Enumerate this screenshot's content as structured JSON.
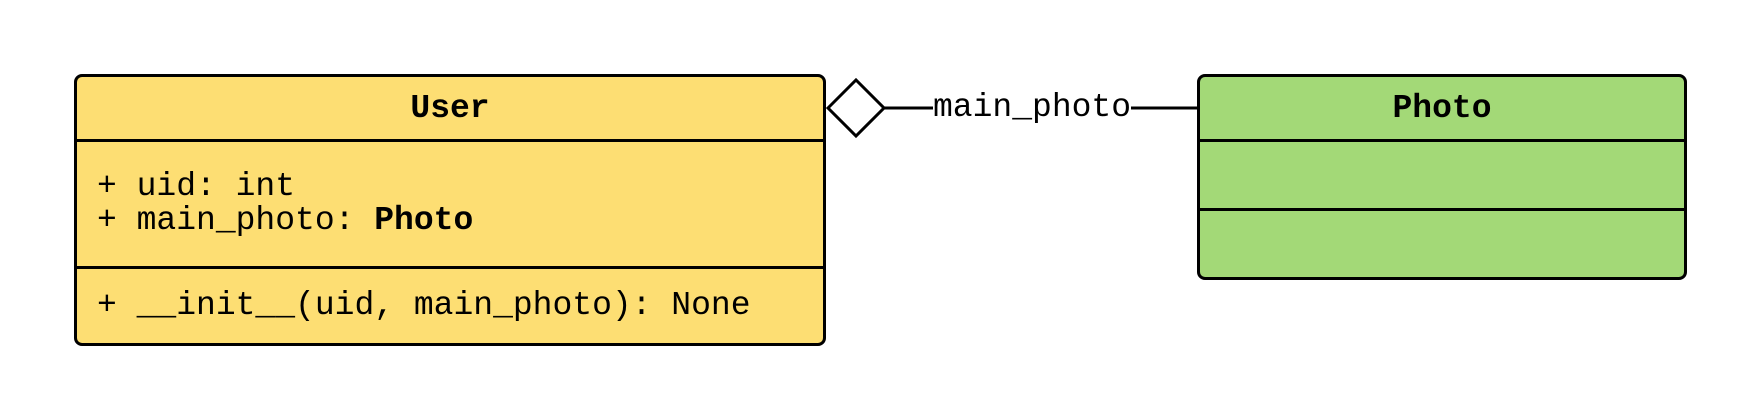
{
  "classes": {
    "user": {
      "name": "User",
      "color": "#fdde73",
      "attributes": [
        {
          "prefix": "+ uid: ",
          "type": "int"
        },
        {
          "prefix": "+ main_photo: ",
          "type": "Photo"
        }
      ],
      "methods": [
        "+ __init__(uid, main_photo): None"
      ]
    },
    "photo": {
      "name": "Photo",
      "color": "#a3d977"
    }
  },
  "relation": {
    "type": "aggregation",
    "label": "main_photo"
  }
}
